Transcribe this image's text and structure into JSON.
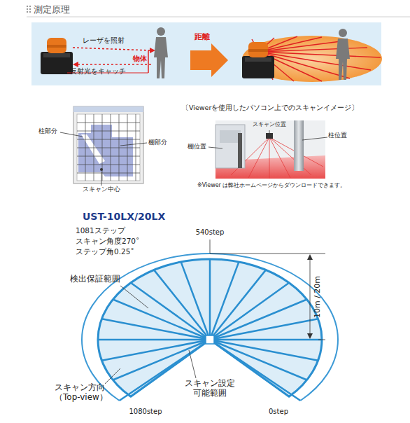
{
  "diagram": {
    "title": "測定原理",
    "labels": [
      "レーザを照射",
      "反射光をキャッチ",
      "物体",
      "距離",
      "柱部分",
      "棚部分",
      "スキャン中心",
      "〔Viewerを使用したパソコン上でのスキャンイメージ〕",
      "スキャン位置",
      "棚位置",
      "柱位置",
      "※Viewer は弊社ホームページからダウンロードできます。",
      "UST-10LX/20LX",
      "1081ステップ",
      "スキャン角度270˚",
      "ステップ角0.25˚",
      "540step",
      "検出保証範囲",
      "10m / 20m",
      "スキャン方向 （Top-view）",
      "スキャン設定 可能範囲",
      "1080step",
      "0step"
    ]
  }
}
